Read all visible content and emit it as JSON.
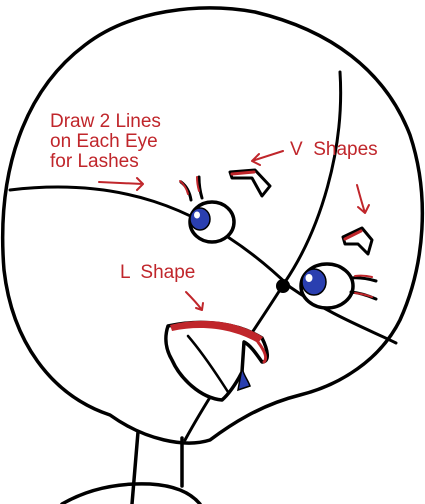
{
  "annotations": {
    "lashes": [
      "Draw 2 Lines",
      "on Each Eye",
      "for Lashes"
    ],
    "v_shapes": "V  Shapes",
    "l_shape": "L  Shape"
  },
  "colors": {
    "outline": "#000000",
    "accent": "#c0262b",
    "iris": "#2a3fb0",
    "background": "#ffffff"
  }
}
